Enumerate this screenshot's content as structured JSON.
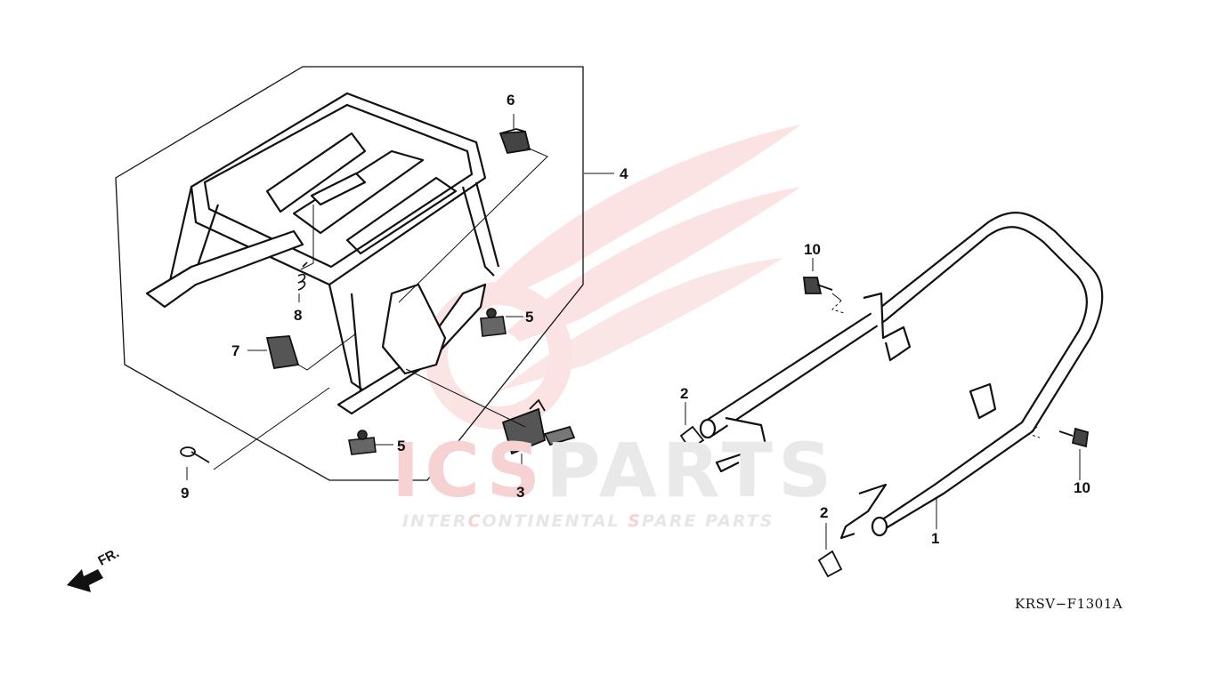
{
  "callouts": {
    "c1": "1",
    "c2a": "2",
    "c2b": "2",
    "c3": "3",
    "c4": "4",
    "c5a": "5",
    "c5b": "5",
    "c6": "6",
    "c7": "7",
    "c8": "8",
    "c9": "9",
    "c10a": "10",
    "c10b": "10"
  },
  "diagram_code": "KRSV−F1301A",
  "watermark": {
    "brand_part1": "ICS",
    "brand_part2": "PARTS",
    "tagline_a": "INTER",
    "tagline_b": "C",
    "tagline_c": "ONTINENTAL ",
    "tagline_d": "S",
    "tagline_e": "PARE PARTS"
  },
  "direction_label": "FR.",
  "colors": {
    "ink": "#111111",
    "watermark_gray": "#e9e9e9",
    "watermark_red": "#f7d2d2"
  }
}
